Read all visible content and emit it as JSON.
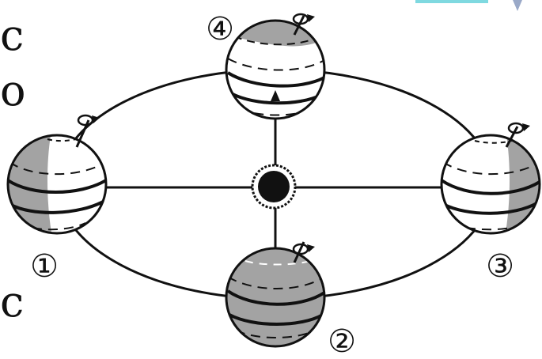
{
  "diagram": {
    "labels": {
      "pos1": "①",
      "pos2": "②",
      "pos3": "③",
      "pos4": "④"
    },
    "edge_fragments": [
      "c",
      "o",
      "c"
    ],
    "colors": {
      "stroke": "#111111",
      "shade": "#a3a3a3",
      "sun": "#111111",
      "accent_top_right": "#7fd9e0"
    }
  }
}
